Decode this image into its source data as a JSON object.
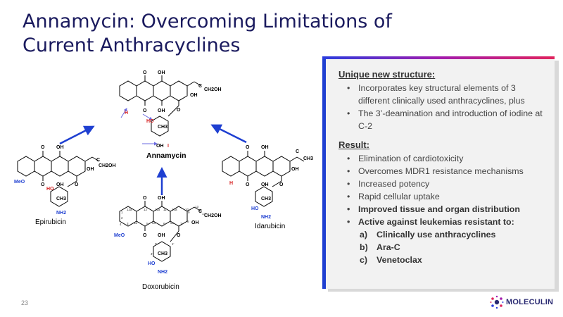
{
  "slide": {
    "title_line1": "Annamycin: Overcoming Limitations of",
    "title_line2": "Current Anthracyclines",
    "page_number": "23"
  },
  "figure": {
    "labels": {
      "annamycin": "Annamycin",
      "epirubicin": "Epirubicin",
      "doxorubicin": "Doxorubicin",
      "idarubicin": "Idarubicin"
    },
    "atoms": {
      "o": "O",
      "oh": "OH",
      "h": "H",
      "c": "C",
      "i": "I",
      "ho": "HO",
      "meo": "MeO",
      "ch3": "CH3",
      "ch2oh": "CH2OH",
      "nh2": "NH2",
      "n1": "1",
      "n2": "2",
      "n3": "3",
      "n4": "4",
      "n4a": "4a",
      "n5": "5",
      "n5a": "5a",
      "n6": "6",
      "n6a": "6a",
      "n7": "7",
      "n8": "8",
      "n9": "9",
      "n10": "10",
      "n10a": "10a",
      "n11": "11",
      "n11a": "11a",
      "n12": "12",
      "n12a": "12a",
      "n13": "13",
      "n14": "14",
      "n1p": "1'",
      "n4p": "4'",
      "n5p": "5'"
    }
  },
  "panel": {
    "section1_title": "Unique new structure:",
    "section1_items": [
      "Incorporates key structural elements of 3 different clinically used anthracyclines, plus",
      "The 3’-deamination and introduction of iodine at C-2"
    ],
    "section2_title": "Result:",
    "section2_items": [
      "Elimination of cardiotoxicity",
      "Overcomes MDR1 resistance mechanisms",
      "Increased potency",
      "Rapid cellular uptake",
      "Improved tissue and organ distribution",
      "Active against leukemias resistant to:"
    ],
    "sub_items": [
      {
        "mark": "a)",
        "text": "Clinically use anthracyclines"
      },
      {
        "mark": "b)",
        "text": "Ara-C"
      },
      {
        "mark": "c)",
        "text": "Venetoclax"
      }
    ]
  },
  "logo": {
    "text": "MOLECULIN",
    "icon": "molecule-dots-icon"
  },
  "colors": {
    "title": "#1a1a5e",
    "accent_blue": "#1e3fd1",
    "accent_purple": "#8f1fb8",
    "highlight_red": "#d62020",
    "highlight_blue": "#1e3fd1"
  }
}
